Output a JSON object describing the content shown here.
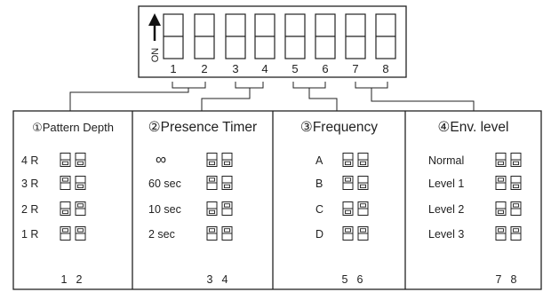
{
  "switch_block": {
    "on_label": "ON",
    "numbers": [
      "1",
      "2",
      "3",
      "4",
      "5",
      "6",
      "7",
      "8"
    ]
  },
  "panels": [
    {
      "title": "①Pattern Depth",
      "switches": [
        "1",
        "2"
      ],
      "rows": [
        {
          "label": "4 R",
          "states": [
            "down",
            "down"
          ]
        },
        {
          "label": "3 R",
          "states": [
            "up",
            "down"
          ]
        },
        {
          "label": "2 R",
          "states": [
            "down",
            "up"
          ]
        },
        {
          "label": "1 R",
          "states": [
            "up",
            "up"
          ]
        }
      ]
    },
    {
      "title": "②Presence Timer",
      "switches": [
        "3",
        "4"
      ],
      "rows": [
        {
          "label": "∞",
          "states": [
            "down",
            "down"
          ]
        },
        {
          "label": "60 sec",
          "states": [
            "up",
            "down"
          ]
        },
        {
          "label": "10 sec",
          "states": [
            "down",
            "up"
          ]
        },
        {
          "label": "2 sec",
          "states": [
            "up",
            "up"
          ]
        }
      ]
    },
    {
      "title": "③Frequency",
      "switches": [
        "5",
        "6"
      ],
      "rows": [
        {
          "label": "A",
          "states": [
            "down",
            "down"
          ]
        },
        {
          "label": "B",
          "states": [
            "up",
            "down"
          ]
        },
        {
          "label": "C",
          "states": [
            "down",
            "up"
          ]
        },
        {
          "label": "D",
          "states": [
            "up",
            "up"
          ]
        }
      ]
    },
    {
      "title": "④Env. level",
      "switches": [
        "7",
        "8"
      ],
      "rows": [
        {
          "label": "Normal",
          "states": [
            "down",
            "down"
          ]
        },
        {
          "label": "Level 1",
          "states": [
            "up",
            "down"
          ]
        },
        {
          "label": "Level 2",
          "states": [
            "down",
            "up"
          ]
        },
        {
          "label": "Level 3",
          "states": [
            "up",
            "up"
          ]
        }
      ]
    }
  ]
}
